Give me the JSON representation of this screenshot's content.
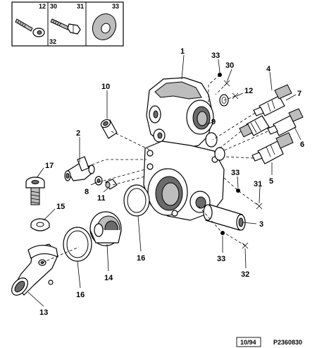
{
  "callouts": {
    "n1": "1",
    "n2": "2",
    "n3": "3",
    "n4": "4",
    "n5": "5",
    "n6": "6",
    "n7": "7",
    "n8": "8",
    "n9": "9",
    "n10": "10",
    "n11": "11",
    "n12": "12",
    "n13": "13",
    "n14": "14",
    "n15": "15",
    "n16a": "16",
    "n16b": "16",
    "n17": "17",
    "n30": "30",
    "n31": "31",
    "n32": "32",
    "n33a": "33",
    "n33b": "33",
    "n33c": "33"
  },
  "legend": {
    "n12": "12",
    "n30": "30",
    "n31": "31",
    "n32": "32",
    "n33": "33"
  },
  "footer": {
    "date_code": "10/94",
    "figure_ref": "P2360830"
  }
}
